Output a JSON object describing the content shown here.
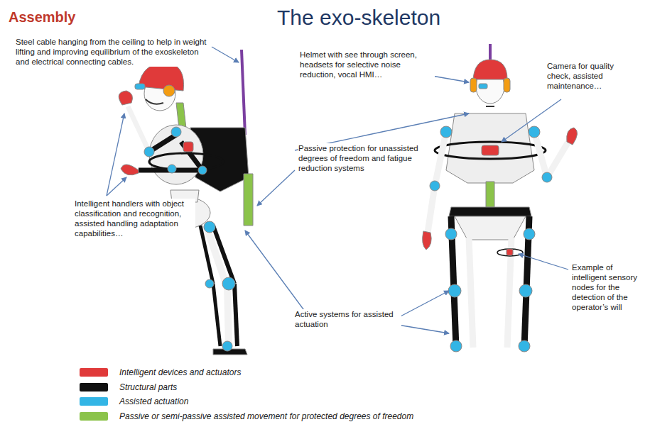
{
  "diagram": {
    "title": "The exo-skeleton",
    "labels": [
      "Assembly",
      "Steel cable hanging from the ceiling to help in weight lifting and improving equilibrium of the exoskeleton and electrical connecting cables.",
      "Helmet with see through screen, headsets for selective noise reduction, vocal HMI…",
      "Camera for quality check, assisted maintenance…",
      "Passive protection for unassisted degrees of freedom and fatigue reduction systems",
      "Intelligent handlers with object classification and recognition, assisted handling adaptation capabilities…",
      "Example of intelligent sensory nodes for the detection of the operator’s will",
      "Active systems for assisted actuation"
    ],
    "legend": [
      {
        "text": "Intelligent devices and actuators",
        "color": "#e03a3a"
      },
      {
        "text": "Structural parts",
        "color": "#111111"
      },
      {
        "text": "Assisted actuation",
        "color": "#33b5e5"
      },
      {
        "text": "Passive or semi-passive assisted movement for protected degrees of freedom",
        "color": "#8bc34a"
      }
    ]
  }
}
